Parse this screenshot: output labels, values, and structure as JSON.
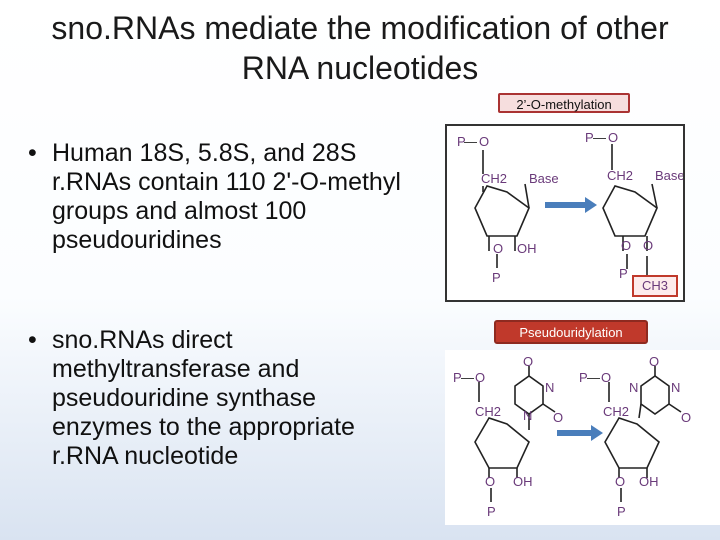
{
  "slide": {
    "title_line1": "sno.RNAs mediate the modification of other",
    "title_line2": "RNA nucleotides",
    "bullets": [
      {
        "marker": "•",
        "text": "Human 18S, 5.8S, and 28S r.RNAs contain 110 2'-O-methyl groups and almost 100 pseudouridines"
      },
      {
        "marker": "•",
        "text": "sno.RNAs direct methyltransferase and pseudouridine synthase enzymes to the appropriate r.RNA nucleotide"
      }
    ]
  },
  "methylation_figure": {
    "label": "2’-O-methylation",
    "left": {
      "phosphate": "P",
      "oxygen_top": "O",
      "ch2": "CH2",
      "base": "Base",
      "o1": "O",
      "oh": "OH",
      "p_bottom": "P"
    },
    "right": {
      "phosphate": "P",
      "oxygen_top": "O",
      "ch2": "CH2",
      "base": "Base",
      "o1": "O",
      "o2": "O",
      "p_bottom": "P",
      "ch3": "CH3"
    },
    "arrow_color": "#4a7ebb"
  },
  "pseudouridylation_figure": {
    "label": "Pseudouridylation",
    "left": {
      "phosphate": "P",
      "oxygen_link": "O",
      "ch2": "CH2",
      "o_top": "O",
      "n1": "N",
      "n2": "N",
      "o_side": "O",
      "o_ring": "O",
      "oh": "OH",
      "o_bottom": "O",
      "p_bottom": "P"
    },
    "right": {
      "phosphate": "P",
      "oxygen_link": "O",
      "ch2": "CH2",
      "o_top": "O",
      "n1": "N",
      "n2": "N",
      "o_side": "O",
      "o_ring": "O",
      "oh": "OH",
      "o_bottom": "O",
      "p_bottom": "P"
    },
    "arrow_color": "#4a7ebb"
  },
  "colors": {
    "accent_red": "#c0392b",
    "arrow_blue": "#4a7ebb"
  }
}
